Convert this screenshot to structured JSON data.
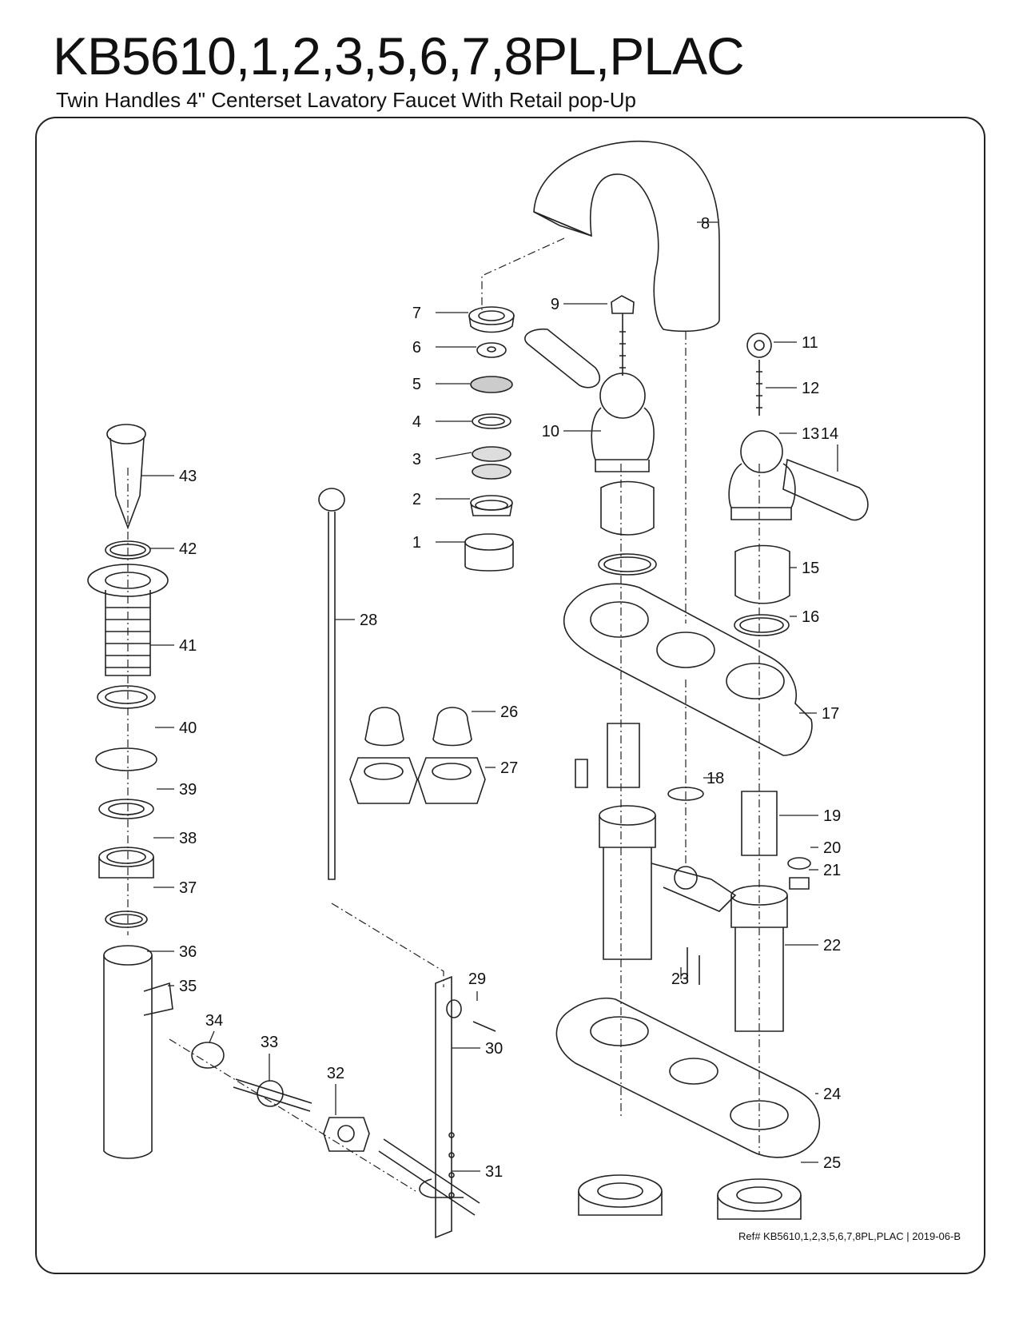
{
  "header": {
    "title": "KB5610,1,2,3,5,6,7,8PL,PLAC",
    "subtitle": "Twin Handles 4\" Centerset Lavatory Faucet With Retail pop-Up"
  },
  "footer": {
    "reference": "Ref# KB5610,1,2,3,5,6,7,8PL,PLAC | 2019-06-B"
  },
  "callouts": [
    "1",
    "2",
    "3",
    "4",
    "5",
    "6",
    "7",
    "8",
    "9",
    "10",
    "11",
    "12",
    "13",
    "14",
    "15",
    "16",
    "17",
    "18",
    "19",
    "20",
    "21",
    "22",
    "23",
    "24",
    "25",
    "26",
    "27",
    "28",
    "29",
    "30",
    "31",
    "32",
    "33",
    "34",
    "35",
    "36",
    "37",
    "38",
    "39",
    "40",
    "41",
    "42",
    "43"
  ]
}
